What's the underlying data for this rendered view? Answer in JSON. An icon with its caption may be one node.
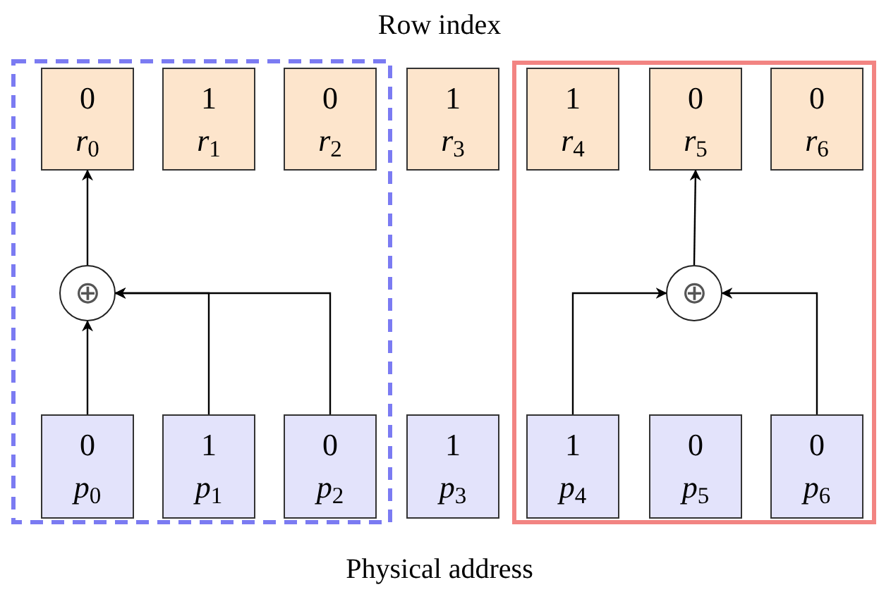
{
  "diagram": {
    "title": "Row index",
    "caption": "Physical address",
    "nodes": [
      {
        "text": [],
        "shape": "box"
      },
      {
        "text": [
          "0",
          "*r*$_{0}$"
        ],
        "in": 0
      },
      {
        "text": [
          "1",
          "*r*$_{1}$"
        ],
        "in": 0
      },
      {
        "text": [
          "0",
          "*r*$_{2}$"
        ],
        "in": 0
      },
      {
        "text": [
          "1",
          "*r*$_{3}$"
        ]
      },
      {
        "text": [],
        "shape": "box"
      },
      {
        "text": [
          "1",
          "*r*$_{4}$"
        ],
        "in": 5
      },
      {
        "text": [
          "0",
          "*r*$_{5}$"
        ],
        "in": 5
      },
      {
        "text": [
          "0",
          "*r*$_{6}$"
        ],
        "in": 5
      },
      {
        "text": [
          "⊕"
        ],
        "in": 0
      },
      {
        "text": [
          "⊕"
        ],
        "in": 5
      },
      {
        "text": [
          "0",
          "*p*$_{0}$"
        ],
        "in": 0
      },
      {
        "text": [
          "1",
          "*p*$_{1}$"
        ],
        "in": 0
      },
      {
        "text": [
          "0",
          "*p*$_{2}$"
        ],
        "in": 0
      },
      {
        "text": [
          "1",
          "*p*$_{3}$"
        ]
      },
      {
        "text": [
          "1",
          "*p*$_{4}$"
        ],
        "in": 5
      },
      {
        "text": [
          "0",
          "*p*$_{5}$"
        ],
        "in": 5
      },
      {
        "text": [
          "0",
          "*p*$_{6}$"
        ],
        "in": 5
      }
    ],
    "edges": [
      {
        "from": 11,
        "to": 9,
        "arrow": "to"
      },
      {
        "from": 12,
        "to": 9,
        "arrow": "to"
      },
      {
        "from": 13,
        "to": 9,
        "arrow": "to"
      },
      {
        "from": 9,
        "to": 1,
        "arrow": "to"
      },
      {
        "from": 15,
        "to": 10,
        "arrow": "to"
      },
      {
        "from": 17,
        "to": 10,
        "arrow": "to"
      },
      {
        "from": 10,
        "to": 7,
        "arrow": "to"
      }
    ]
  }
}
